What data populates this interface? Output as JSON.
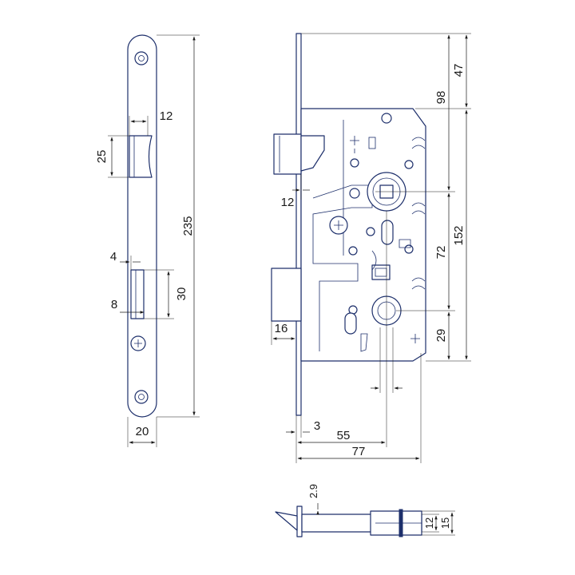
{
  "dimensions": {
    "faceplate_height": "235",
    "faceplate_width": "20",
    "latch_width": "12",
    "latch_height": "25",
    "slot_offset": "4",
    "slot_width": "8",
    "slot_height": "30",
    "top_to_spindle": "98",
    "top_offset": "47",
    "spindle_to_bottom": "152",
    "spindle_to_keyhole": "72",
    "keyhole_to_bottom": "29",
    "latch_projection": "12",
    "bolt_projection": "16",
    "faceplate_thickness": "3",
    "backset": "55",
    "body_depth": "77",
    "bottom_thickness": "2.9",
    "bottom_inner_height": "12",
    "bottom_outer_height": "15"
  },
  "colors": {
    "line": "#1d2f6b",
    "dim": "#1a1a1a"
  }
}
